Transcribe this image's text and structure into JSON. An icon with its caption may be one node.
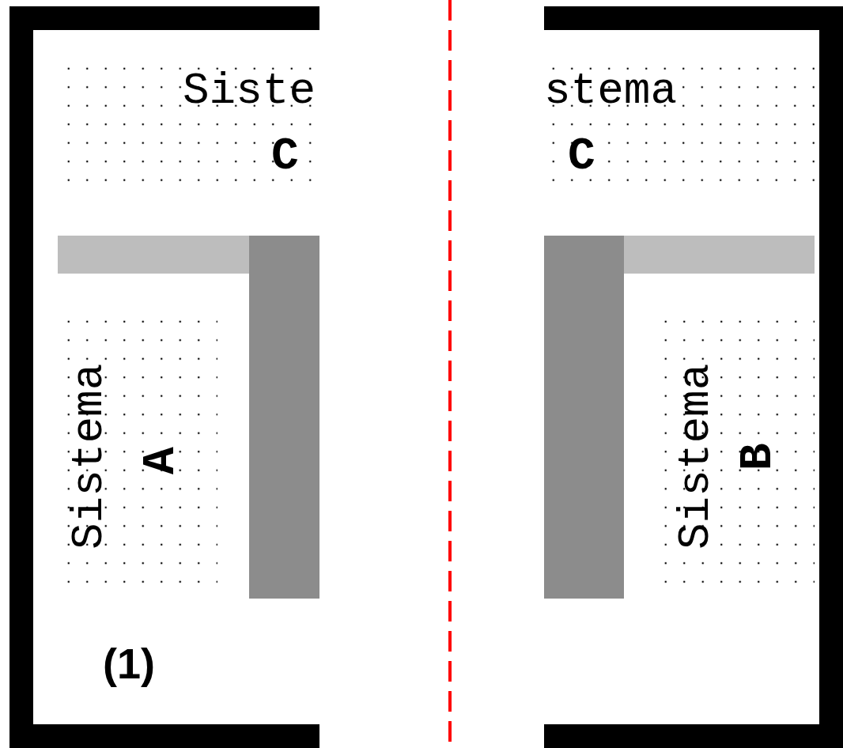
{
  "diagram": {
    "nodes": [
      {
        "text": [
          "Siste",
          "C"
        ]
      },
      {
        "text": [
          "stema",
          "C"
        ]
      },
      {
        "text": [
          "Sistema",
          "A"
        ]
      },
      {
        "text": [
          "Sistema",
          "B"
        ]
      },
      {
        "text": [],
        "shape": "bar"
      },
      {
        "text": [],
        "shape": "bar"
      },
      {
        "text": [],
        "shape": "bar"
      },
      {
        "text": [],
        "shape": "bar"
      }
    ],
    "labels": [
      "(1)"
    ]
  }
}
